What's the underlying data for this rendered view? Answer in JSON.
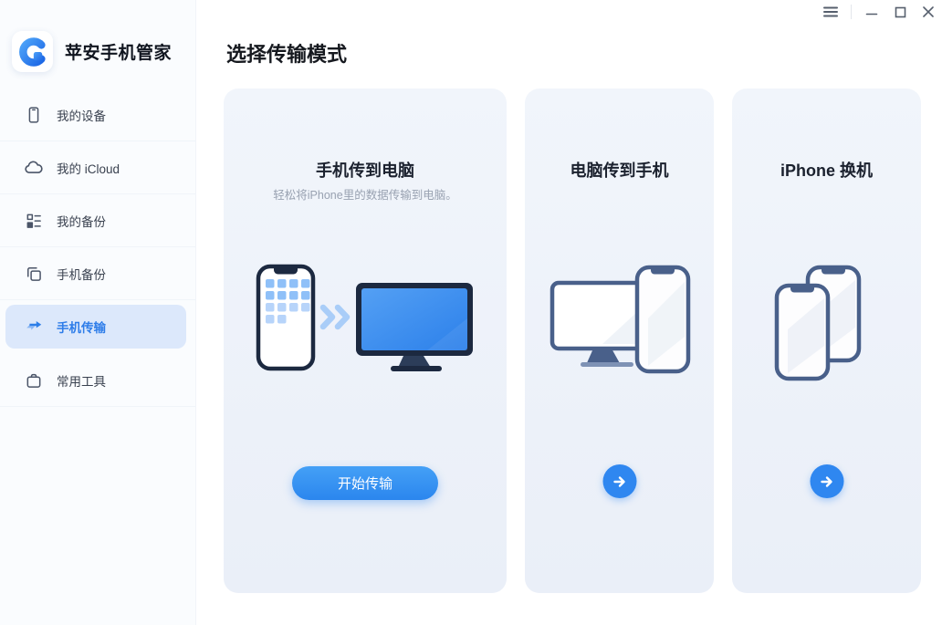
{
  "app": {
    "name": "苹安手机管家"
  },
  "titlebar": {
    "menu_icon": "hamburger-menu",
    "minimize_icon": "minimize",
    "maximize_icon": "maximize",
    "close_icon": "close"
  },
  "sidebar": {
    "items": [
      {
        "label": "我的设备",
        "icon": "phone-icon",
        "selected": false
      },
      {
        "label": "我的 iCloud",
        "icon": "cloud-icon",
        "selected": false
      },
      {
        "label": "我的备份",
        "icon": "backup-list-icon",
        "selected": false
      },
      {
        "label": "手机备份",
        "icon": "phone-backup-icon",
        "selected": false
      },
      {
        "label": "手机传输",
        "icon": "transfer-arrows-icon",
        "selected": true
      },
      {
        "label": "常用工具",
        "icon": "toolbox-icon",
        "selected": false
      }
    ]
  },
  "main": {
    "title": "选择传输模式",
    "cards": [
      {
        "title": "手机传到电脑",
        "subtitle": "轻松将iPhone里的数据传输到电脑。",
        "button_label": "开始传输",
        "illustration": "phone-to-computer"
      },
      {
        "title": "电脑传到手机",
        "illustration": "computer-to-phone",
        "button": "arrow-circle"
      },
      {
        "title": "iPhone 换机",
        "illustration": "iphone-to-iphone",
        "button": "arrow-circle"
      }
    ]
  },
  "colors": {
    "accent_blue": "#2f87f0",
    "selected_nav_bg": "#dce8fb",
    "selected_nav_text": "#2e7de9",
    "card_bg": "#eef2f9",
    "sidebar_bg": "#fafcfe"
  }
}
